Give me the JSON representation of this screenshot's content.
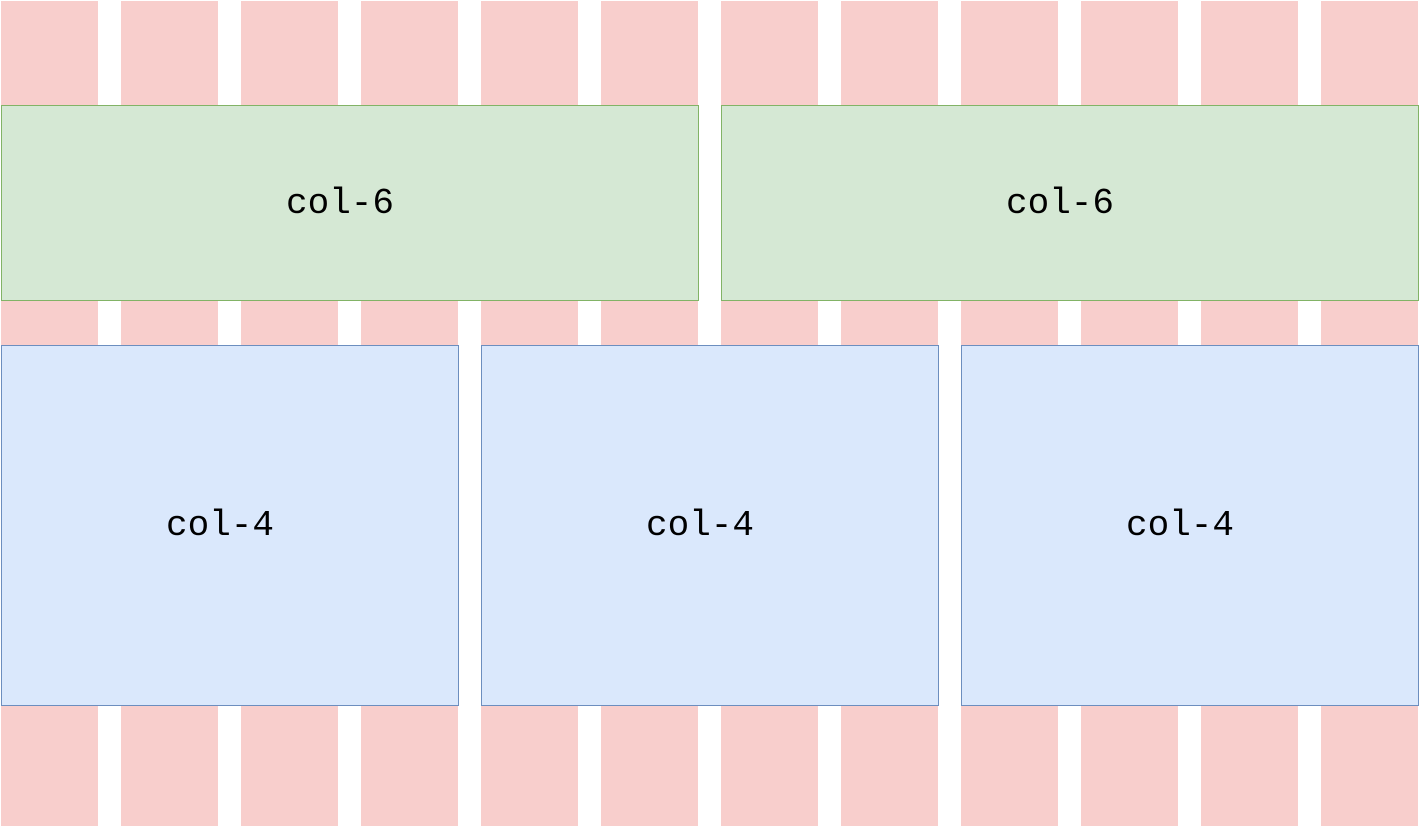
{
  "grid": {
    "columns": 12,
    "column_color": "#f8cecc"
  },
  "rows": [
    {
      "span": 6,
      "fill": "#d5e8d4",
      "stroke": "#82b366",
      "cells": [
        {
          "label": "col-6"
        },
        {
          "label": "col-6"
        }
      ]
    },
    {
      "span": 4,
      "fill": "#dae8fc",
      "stroke": "#6c8ebf",
      "cells": [
        {
          "label": "col-4"
        },
        {
          "label": "col-4"
        },
        {
          "label": "col-4"
        }
      ]
    }
  ]
}
